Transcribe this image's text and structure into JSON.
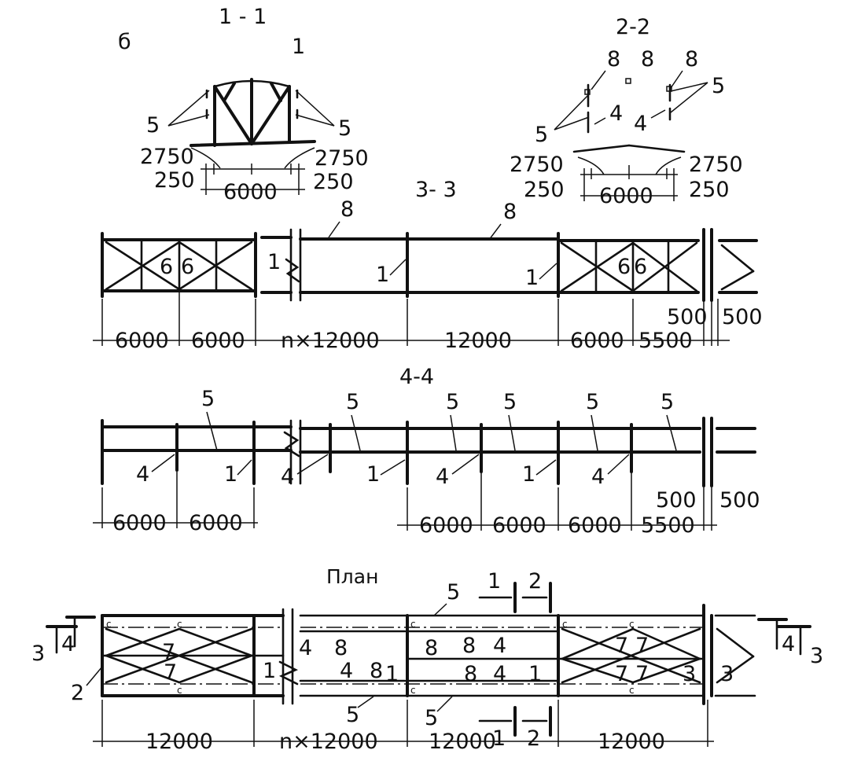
{
  "figure_letter": "б",
  "sections": {
    "s11": {
      "title": "1 - 1",
      "mark_truss": "1",
      "mark_left": "5",
      "mark_right": "5",
      "dim_left_top": "2750",
      "dim_right_top": "2750",
      "dim_left_bot": "250",
      "dim_right_bot": "250",
      "dim_span": "6000"
    },
    "s22": {
      "title": "2-2",
      "mark_8a": "8",
      "mark_8b": "8",
      "mark_8c": "8",
      "mark_5l": "5",
      "mark_5r": "5",
      "mark_4l": "4",
      "mark_4r": "4",
      "dim_left_top": "2750",
      "dim_right_top": "2750",
      "dim_left_bot": "250",
      "dim_right_bot": "250",
      "dim_span": "6000"
    },
    "s33": {
      "title": "3- 3",
      "mark_8a": "8",
      "mark_8b": "8",
      "mark_1a": "1",
      "mark_1b": "1",
      "mark_1c": "1",
      "mark_6a": "6",
      "mark_6b": "6",
      "mark_6c": "6",
      "mark_6d": "6",
      "dims": [
        "6000",
        "6000",
        "n×12000",
        "12000",
        "6000",
        "5500"
      ],
      "dim_500a": "500",
      "dim_500b": "500"
    },
    "s44": {
      "title": "4-4",
      "marks_5": [
        "5",
        "5",
        "5",
        "5",
        "5",
        "5"
      ],
      "marks_4": [
        "4",
        "4",
        "4",
        "4"
      ],
      "marks_1": [
        "1",
        "1",
        "1"
      ],
      "dims_left": [
        "6000",
        "6000"
      ],
      "dims_right": [
        "6000",
        "6000",
        "6000",
        "5500"
      ],
      "dim_500a": "500",
      "dim_500b": "500"
    }
  },
  "plan": {
    "title": "План",
    "cut_1": "1",
    "cut_2": "2",
    "cut_1b": "1",
    "cut_2b": "2",
    "mark_3l": "3",
    "mark_4l": "4",
    "mark_3r": "3",
    "mark_4r": "4",
    "mark_2": "2",
    "mark_7": "7",
    "mark_5top": "5",
    "mark_5b1": "5",
    "mark_5b2": "5",
    "mark_1a": "1",
    "mark_1b": "1",
    "mark_1c": "1",
    "mark_4a": "4",
    "mark_4b": "4",
    "mark_4c": "4",
    "mark_4d": "4",
    "mark_8a": "8",
    "mark_8b": "8",
    "mark_8c": "8",
    "mark_8d": "8",
    "mark_8e": "8",
    "mark_3a": "3",
    "mark_3b": "3",
    "dims": [
      "12000",
      "n×12000",
      "12000",
      "12000"
    ],
    "corner_mark": "c"
  }
}
